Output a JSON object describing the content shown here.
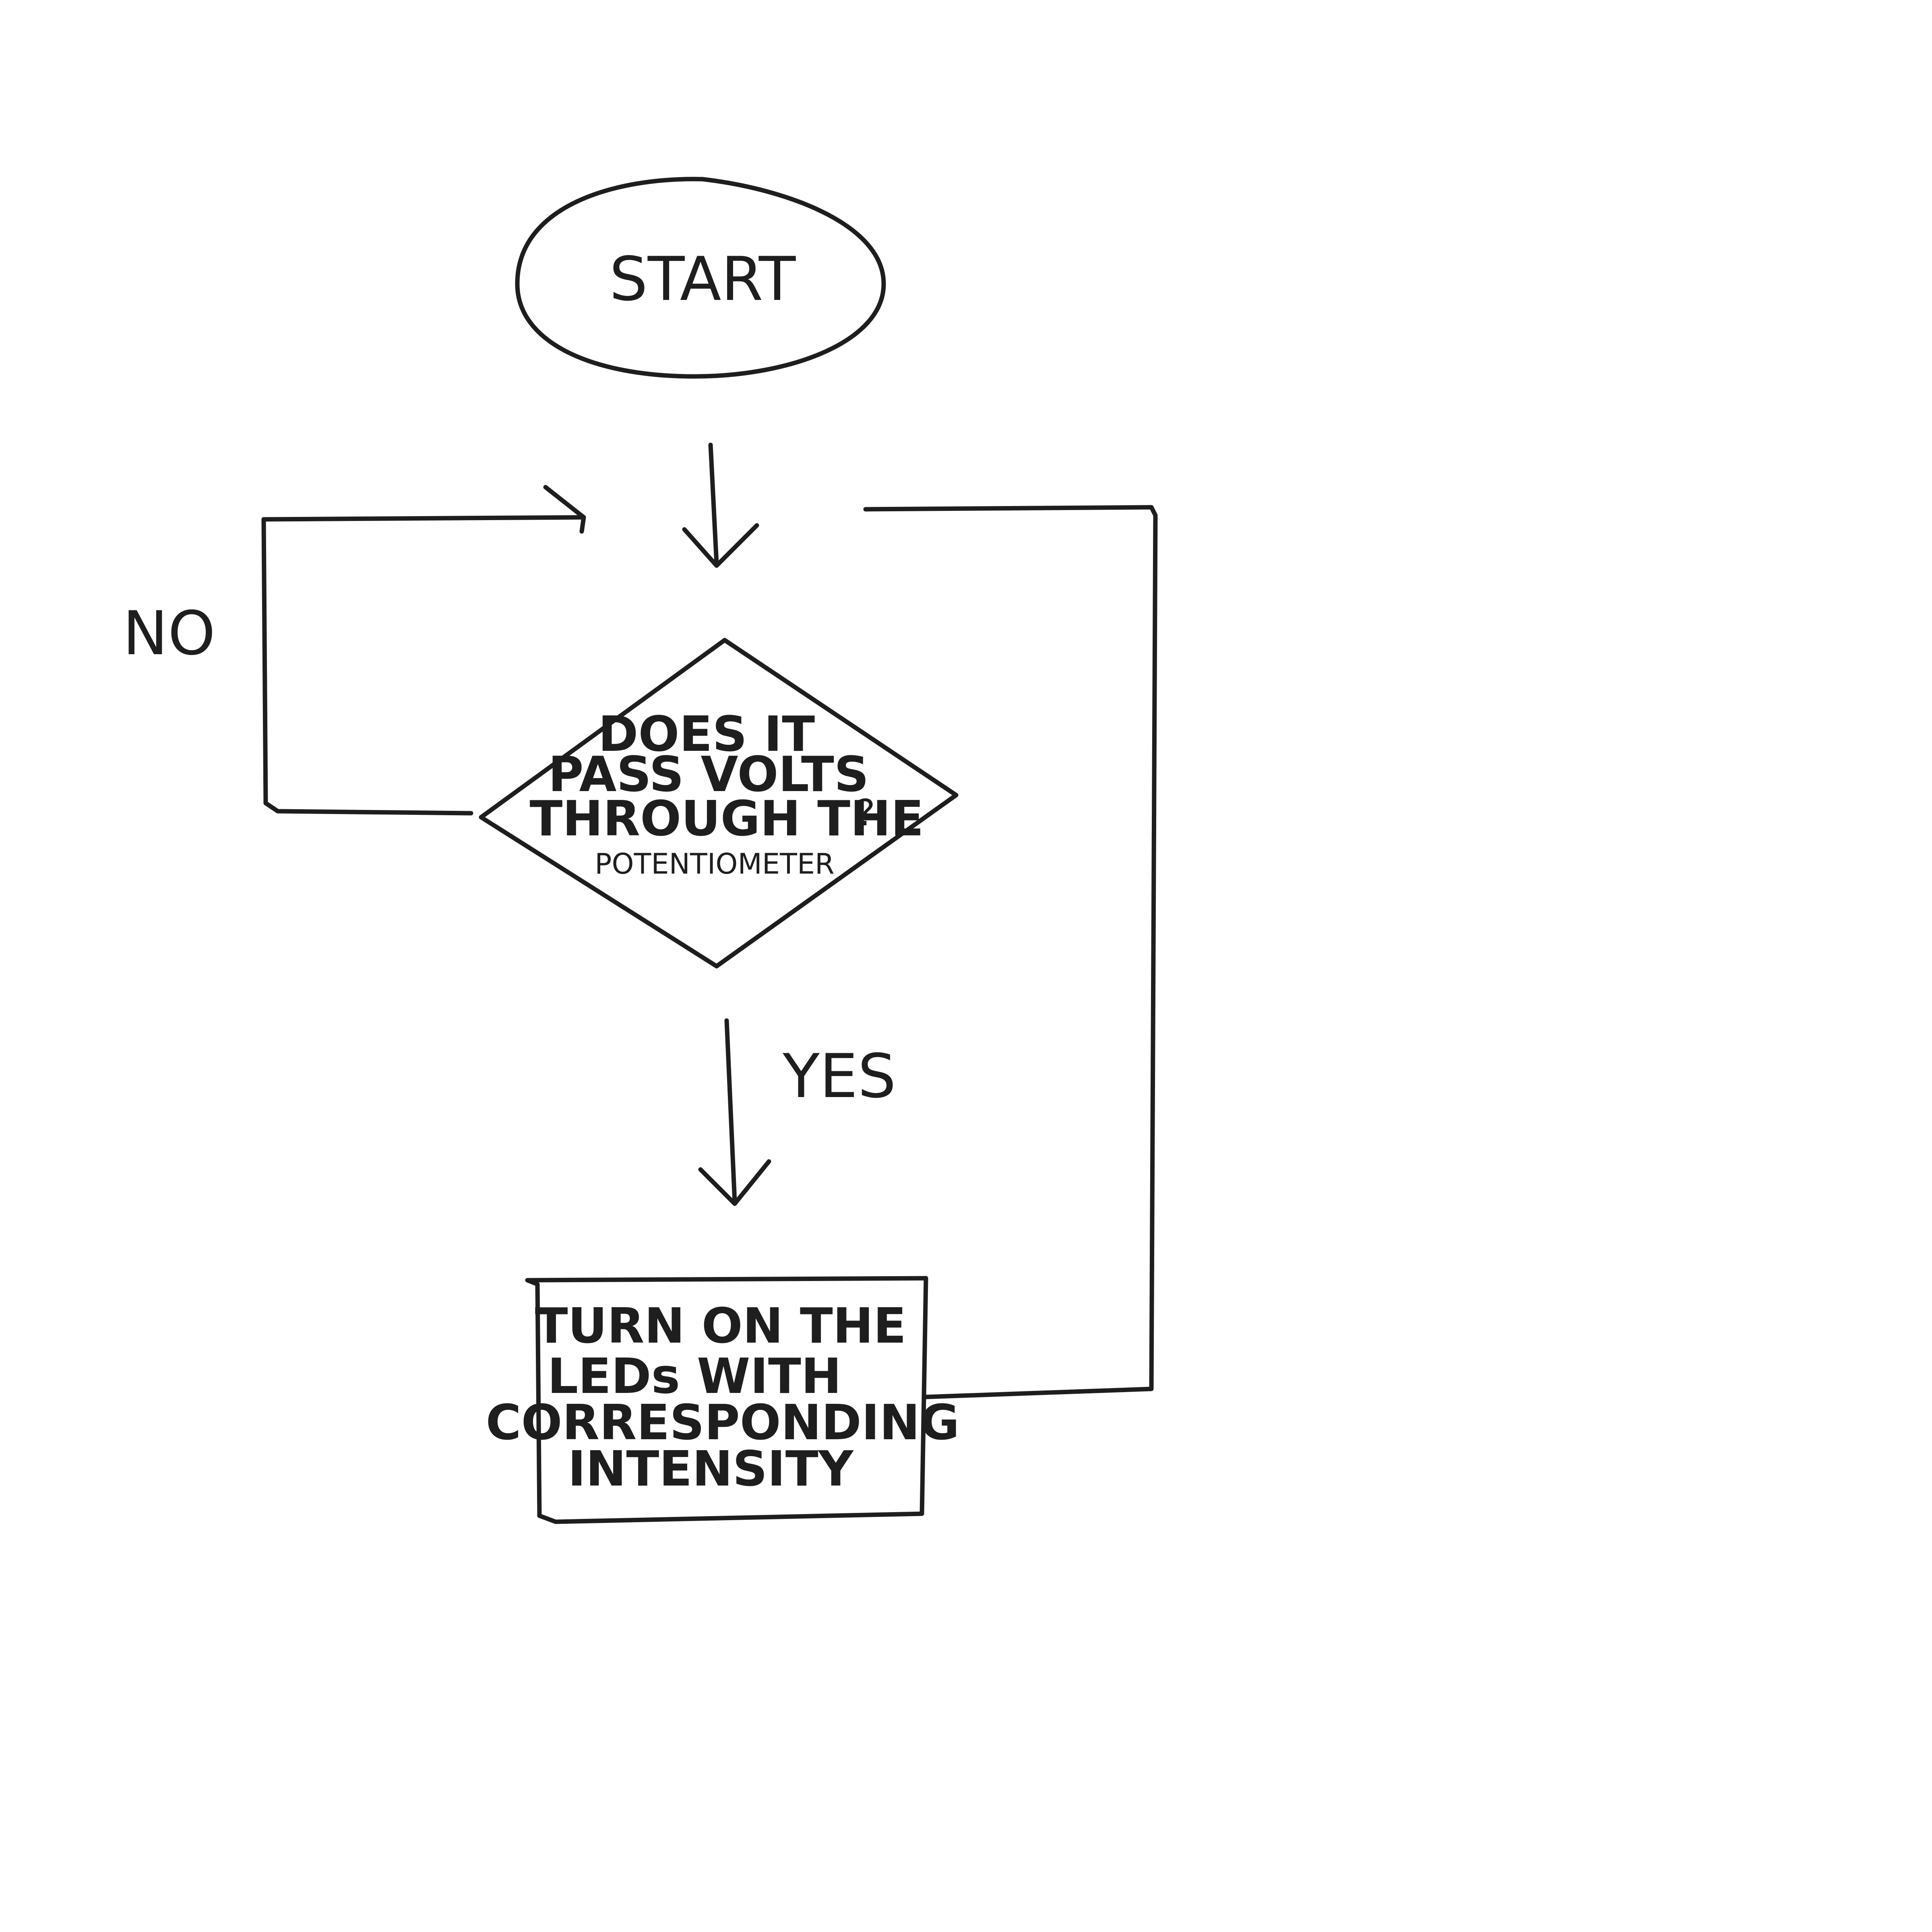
{
  "diagram": {
    "start_label": "START",
    "decision": {
      "line1": "DOES IT",
      "line2": "PASS VOLTS",
      "line3": "THROUGH THE",
      "question_mark": "?",
      "line4": "POTENTIOMETER"
    },
    "no_label": "NO",
    "yes_label": "YES",
    "action": {
      "line1": "TURN ON THE",
      "line2": "LEDs WITH",
      "line3": "CORRESPONDING",
      "line4": "INTENSITY"
    }
  }
}
